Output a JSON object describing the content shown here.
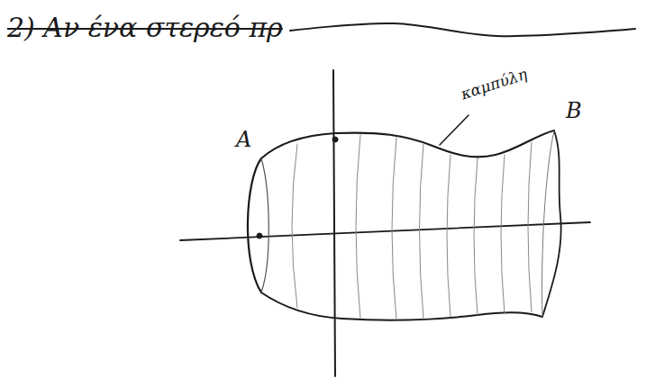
{
  "diagram": {
    "labels": [
      "2) Αν ένα στερεό πρ",
      "A",
      "B",
      "καμπύλη"
    ]
  }
}
